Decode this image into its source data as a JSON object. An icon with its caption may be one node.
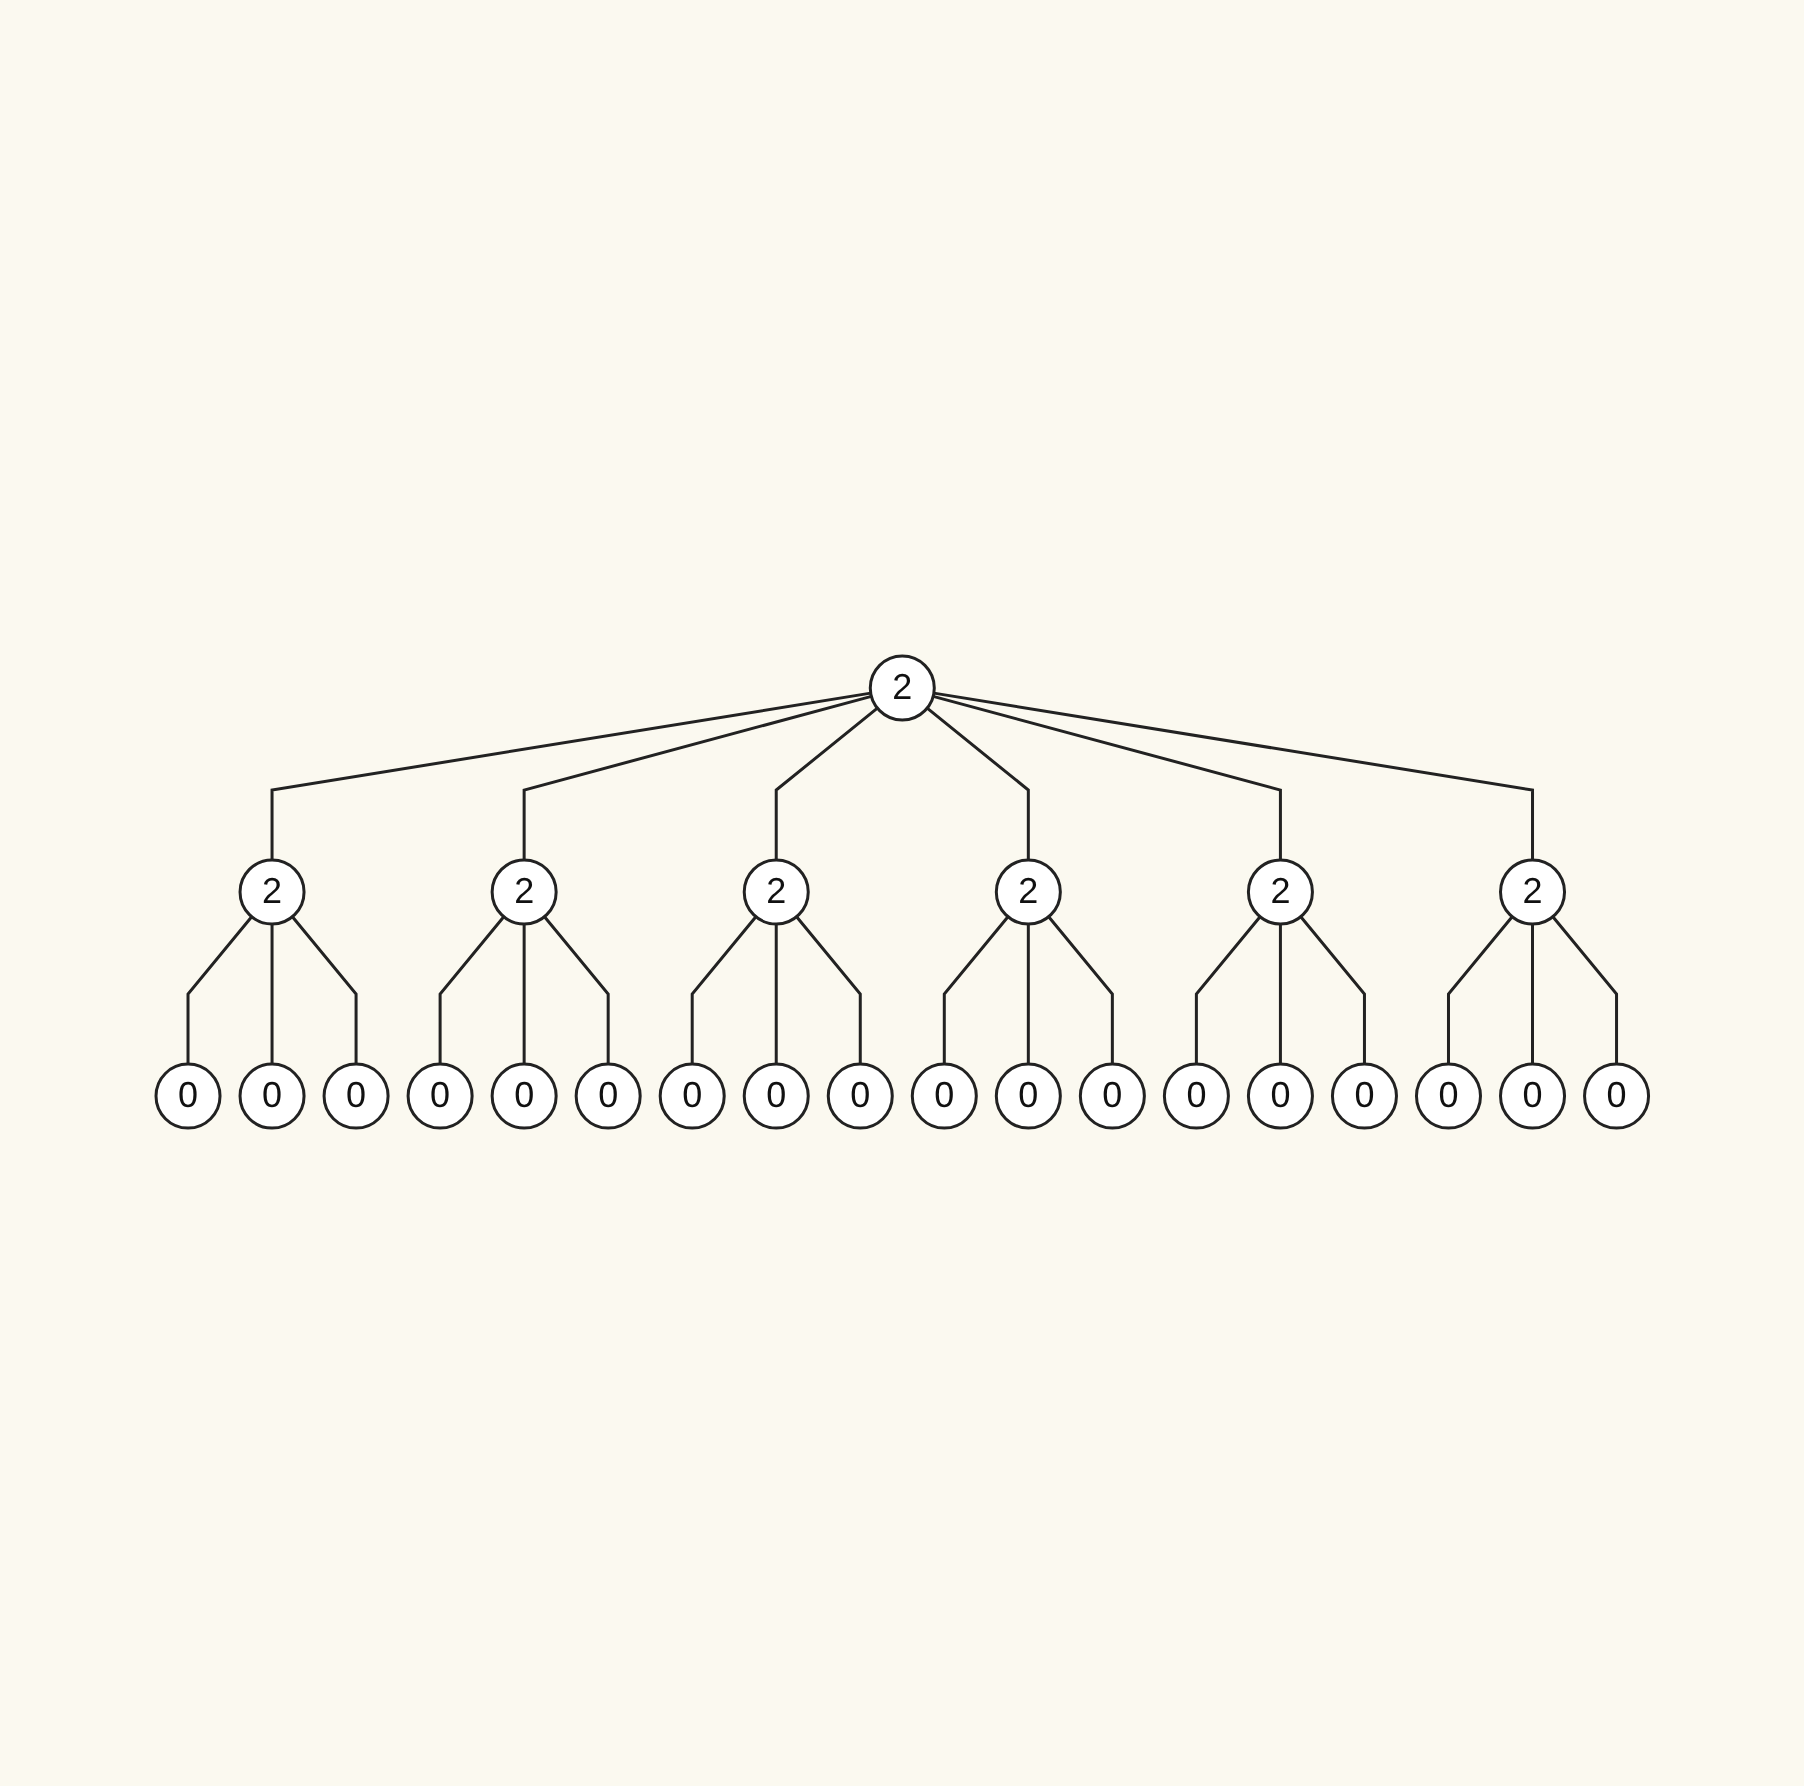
{
  "diagram": {
    "nodes": [
      {
        "text": [
          "2"
        ]
      },
      {
        "text": [
          "2"
        ]
      },
      {
        "text": [
          "0"
        ]
      },
      {
        "text": [
          "0"
        ]
      },
      {
        "text": [
          "0"
        ]
      },
      {
        "text": [
          "2"
        ]
      },
      {
        "text": [
          "0"
        ]
      },
      {
        "text": [
          "0"
        ]
      },
      {
        "text": [
          "0"
        ]
      },
      {
        "text": [
          "2"
        ]
      },
      {
        "text": [
          "0"
        ]
      },
      {
        "text": [
          "0"
        ]
      },
      {
        "text": [
          "0"
        ]
      },
      {
        "text": [
          "2"
        ]
      },
      {
        "text": [
          "0"
        ]
      },
      {
        "text": [
          "0"
        ]
      },
      {
        "text": [
          "0"
        ]
      },
      {
        "text": [
          "2"
        ]
      },
      {
        "text": [
          "0"
        ]
      },
      {
        "text": [
          "0"
        ]
      },
      {
        "text": [
          "0"
        ]
      },
      {
        "text": [
          "2"
        ]
      },
      {
        "text": [
          "0"
        ]
      },
      {
        "text": [
          "0"
        ]
      },
      {
        "text": [
          "0"
        ]
      }
    ],
    "edges": [
      {
        "from": 0,
        "to": 1,
        "arrow": "none"
      },
      {
        "from": 1,
        "to": 2,
        "arrow": "none"
      },
      {
        "from": 1,
        "to": 3,
        "arrow": "none"
      },
      {
        "from": 1,
        "to": 4,
        "arrow": "none"
      },
      {
        "from": 0,
        "to": 5,
        "arrow": "none"
      },
      {
        "from": 5,
        "to": 6,
        "arrow": "none"
      },
      {
        "from": 5,
        "to": 7,
        "arrow": "none"
      },
      {
        "from": 5,
        "to": 8,
        "arrow": "none"
      },
      {
        "from": 0,
        "to": 9,
        "arrow": "none"
      },
      {
        "from": 9,
        "to": 10,
        "arrow": "none"
      },
      {
        "from": 9,
        "to": 11,
        "arrow": "none"
      },
      {
        "from": 9,
        "to": 12,
        "arrow": "none"
      },
      {
        "from": 0,
        "to": 13,
        "arrow": "none"
      },
      {
        "from": 13,
        "to": 14,
        "arrow": "none"
      },
      {
        "from": 13,
        "to": 15,
        "arrow": "none"
      },
      {
        "from": 13,
        "to": 16,
        "arrow": "none"
      },
      {
        "from": 0,
        "to": 17,
        "arrow": "none"
      },
      {
        "from": 17,
        "to": 18,
        "arrow": "none"
      },
      {
        "from": 17,
        "to": 19,
        "arrow": "none"
      },
      {
        "from": 17,
        "to": 20,
        "arrow": "none"
      },
      {
        "from": 0,
        "to": 21,
        "arrow": "none"
      },
      {
        "from": 21,
        "to": 22,
        "arrow": "none"
      },
      {
        "from": 21,
        "to": 23,
        "arrow": "none"
      },
      {
        "from": 21,
        "to": 24,
        "arrow": "none"
      }
    ]
  }
}
